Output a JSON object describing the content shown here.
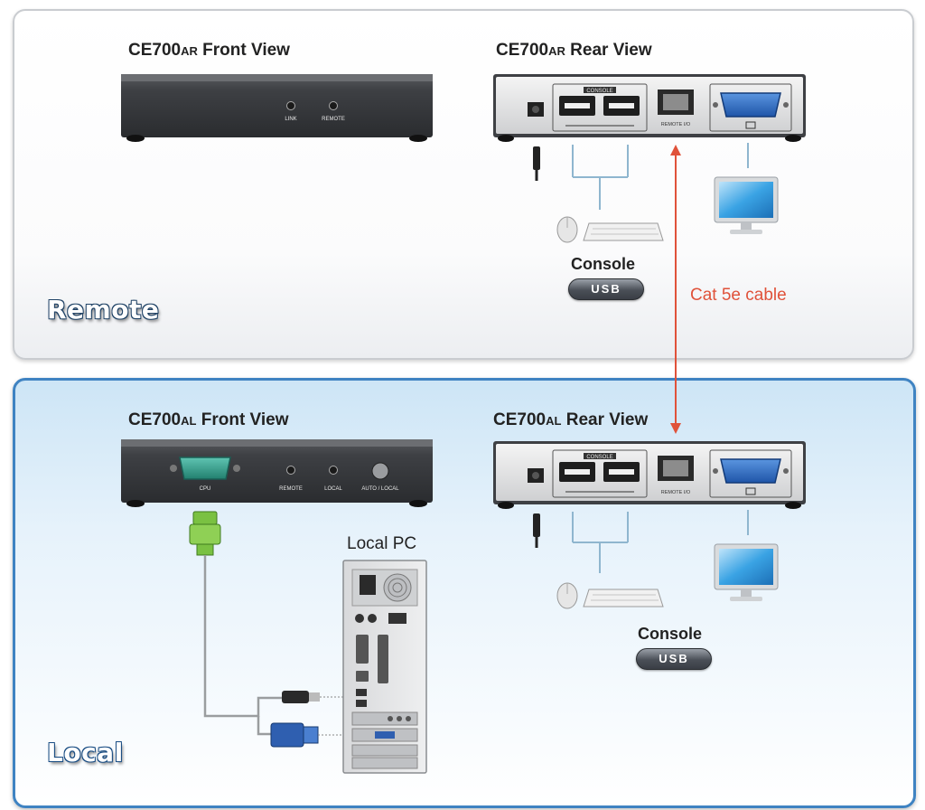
{
  "remote": {
    "zone_label": "Remote",
    "front_title": {
      "model": "CE700",
      "suffix": "AR",
      "text": "Front View"
    },
    "rear_title": {
      "model": "CE700",
      "suffix": "AR",
      "text": "Rear View"
    },
    "front_port_labels": [
      "LINK",
      "REMOTE"
    ],
    "rear_port_labels": {
      "console": "CONSOLE",
      "remote_io": "REMOTE I/O"
    },
    "console_label": "Console",
    "usb_badge": "USB"
  },
  "cable": {
    "label": "Cat 5e cable",
    "color": "#e0523a"
  },
  "local": {
    "zone_label": "Local",
    "front_title": {
      "model": "CE700",
      "suffix": "AL",
      "text": "Front View"
    },
    "rear_title": {
      "model": "CE700",
      "suffix": "AL",
      "text": "Rear View"
    },
    "front_port_labels": [
      "CPU",
      "REMOTE",
      "LOCAL",
      "AUTO / LOCAL"
    ],
    "rear_port_labels": {
      "console": "CONSOLE",
      "remote_io": "REMOTE I/O"
    },
    "console_label": "Console",
    "usb_badge": "USB",
    "pc_label": "Local PC"
  },
  "colors": {
    "remote_border": "#c9ccd0",
    "local_border": "#3f83c2",
    "cable_arrow": "#e0523a",
    "vga_port": "#2f6fc9",
    "vga_cpu_port": "#2f9a8a",
    "usb_cable_green": "#7ac142"
  }
}
